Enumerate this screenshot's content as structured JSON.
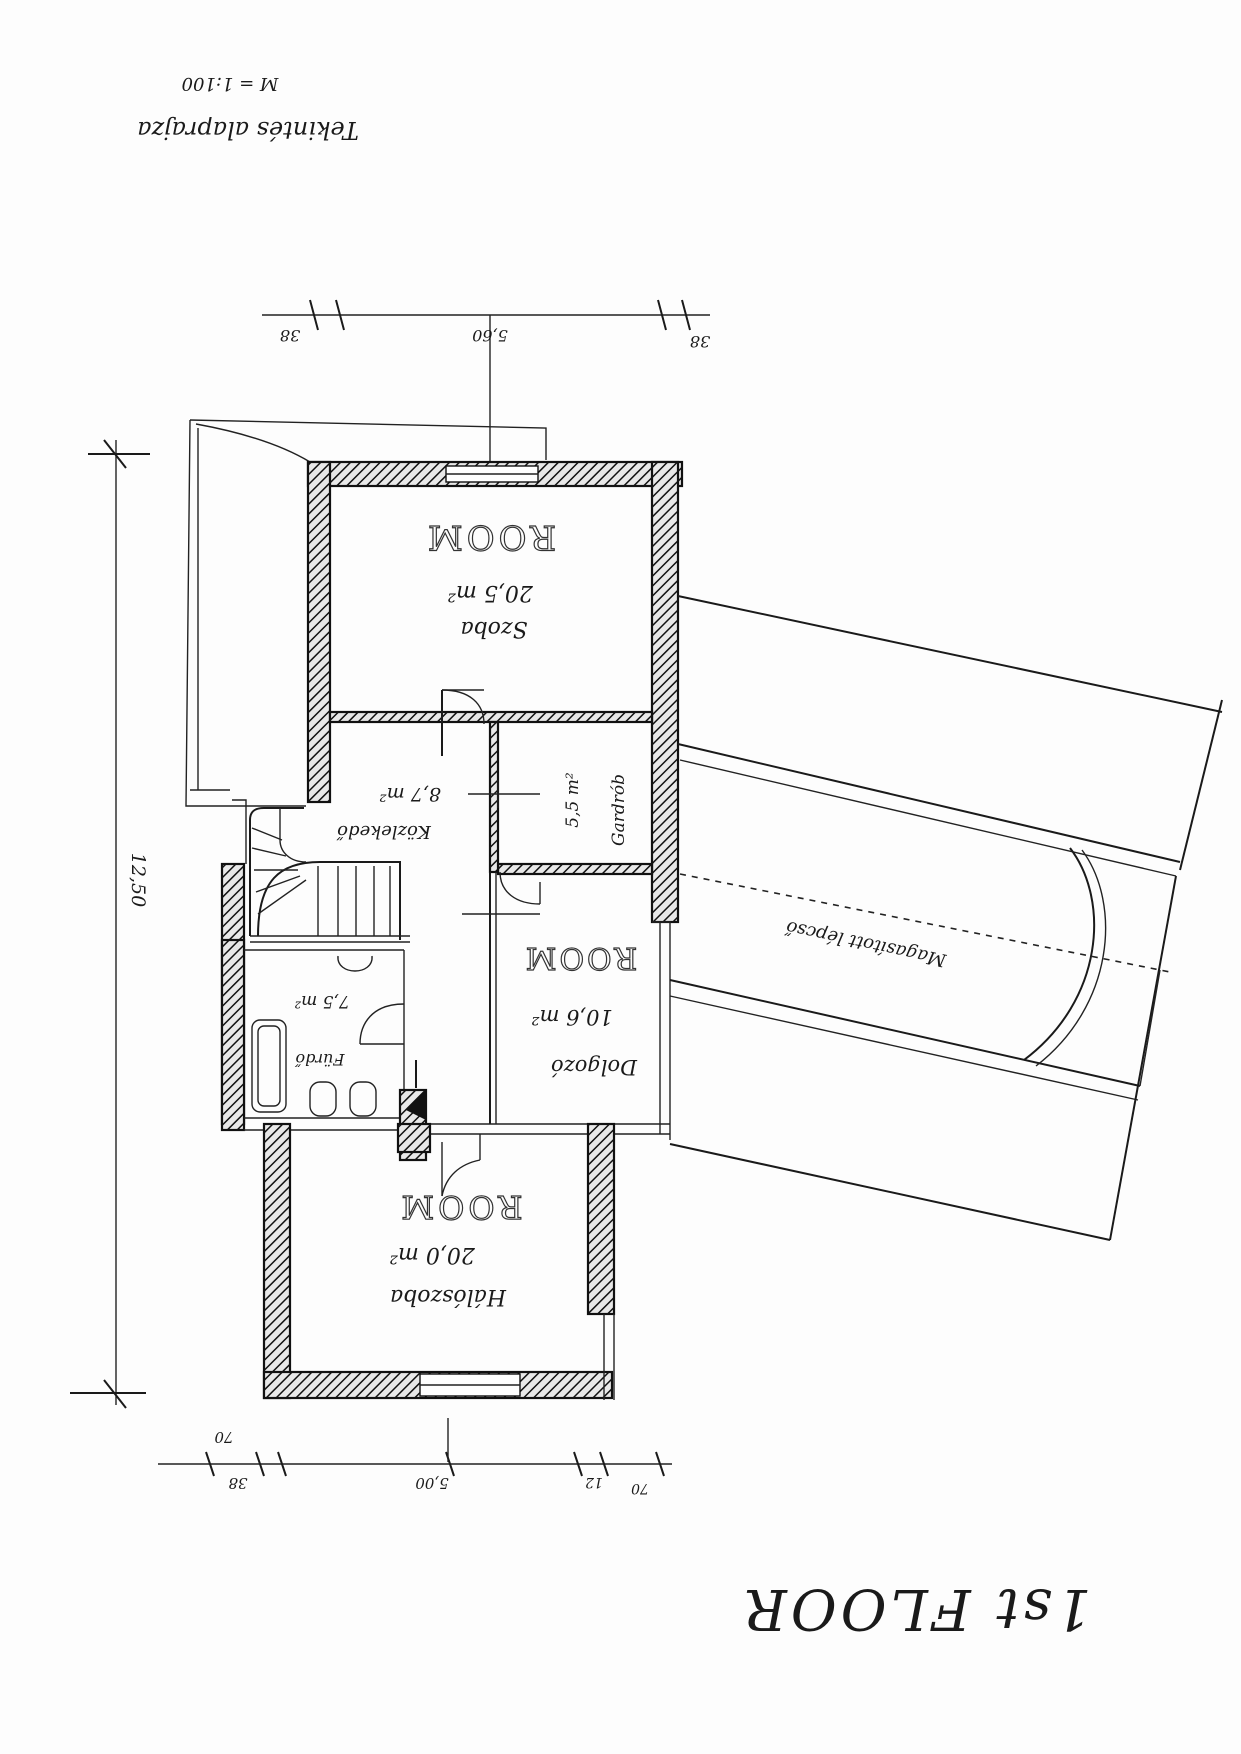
{
  "sheet": {
    "title": "Tekintés alaprajza",
    "scale": "M = 1:100",
    "floor_label": "1st FLOOR"
  },
  "dimensions": {
    "top_left": "38",
    "top_center": "5,60",
    "top_right": "38",
    "left_total": "12,50",
    "bottom_left_a": "38",
    "bottom_left_b": "70",
    "bottom_center": "5,00",
    "bottom_right_a": "12",
    "bottom_right_b": "70"
  },
  "rooms": [
    {
      "id": "szoba",
      "name": "Szoba",
      "area": "20,5 m²",
      "tag": "ROOM"
    },
    {
      "id": "gardrob",
      "name": "Gardrób",
      "area": "5,5 m²",
      "tag": ""
    },
    {
      "id": "kozlekedo",
      "name": "Közlekedő",
      "area": "8,7 m²",
      "tag": ""
    },
    {
      "id": "dolgozo",
      "name": "Dolgozó",
      "area": "10,6 m²",
      "tag": "ROOM"
    },
    {
      "id": "furdo",
      "name": "Fürdő",
      "area": "7,5 m²",
      "tag": ""
    },
    {
      "id": "haloszoba",
      "name": "Hálószoba",
      "area": "20,0 m²",
      "tag": "ROOM"
    }
  ],
  "annex": {
    "name": "Magasított lépcső"
  }
}
